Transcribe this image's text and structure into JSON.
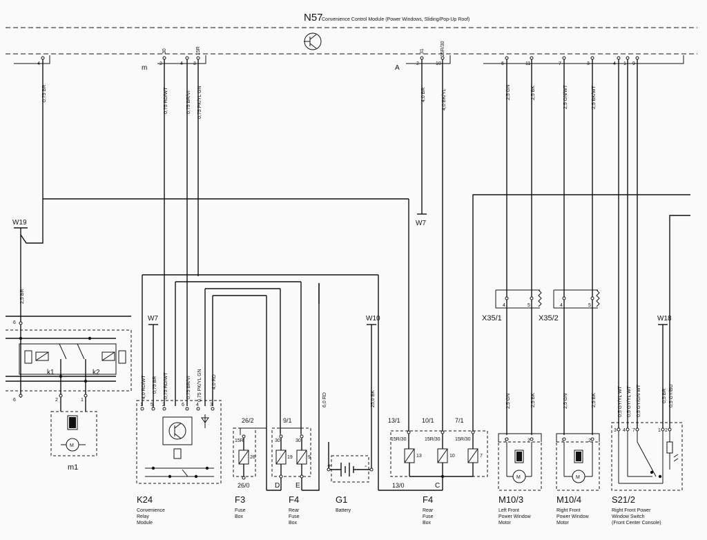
{
  "module": {
    "id": "N57",
    "title": "Convenience Control Module (Power Windows, Sliding/Pop-Up Roof)",
    "conn_m": "m",
    "conn_a": "A"
  },
  "module_pins": {
    "p4": "4",
    "p2": "2",
    "p4b": "4",
    "p3": "3",
    "p2a": "2",
    "p10": "10",
    "p6": "6",
    "p11": "11",
    "p7": "7",
    "p3b": "3",
    "p4c": "4",
    "p1": "1",
    "p9": "9",
    "top30": "30",
    "top15r": "15R",
    "top31": "31",
    "top15r30": "15R/30"
  },
  "upper_wires": {
    "w1": "0,75 BR",
    "w2": "0,75 RD/WT",
    "w3": "0,75 BR/VI",
    "w4": "0,75 PK/YL GN",
    "w5": "4,0 BR",
    "w6": "4,0 BK/YL",
    "w7": "2,5 GN",
    "w8": "2,5 BK",
    "w9": "2,5 GN/WT",
    "w10": "2,5 BK/WT"
  },
  "grounds": {
    "w19": "W19",
    "w7a": "W7",
    "w7b": "W7",
    "w10": "W10",
    "w18": "W18"
  },
  "left_wire": "2,5 BR",
  "lower_wires": {
    "k24_a": "4,0 RD/WT",
    "k24_b": "0,75 BR",
    "k24_c": "0,75 RD/WT",
    "k24_d": "0,75 BR/VI",
    "k24_e": "0,75 PK/YL GN",
    "k24_f": "4,0 RD",
    "g1_a": "6,0 RD",
    "g1_b": "25,0 BK",
    "m103_a": "2,5 GN",
    "m103_b": "2,5 BK",
    "m104_a": "2,5 GN",
    "m104_b": "2,5 BK",
    "s21_a": "0,5 GY/YL WT",
    "s21_b": "0,5 GY/YL WT",
    "s21_c": "0,5 GY/GN WT",
    "s21_d": "0,5 BR",
    "s21_e": "0,5 GY/BU"
  },
  "relay_pins": {
    "k1": "k1",
    "k2": "k2",
    "p6a": "6",
    "p6b": "6",
    "p2": "2",
    "p1": "1"
  },
  "k24_pins": {
    "a": "1",
    "b": "5",
    "c": "2",
    "d": "6",
    "e": "4",
    "f": "3"
  },
  "fuses": {
    "f3_top": "26/2",
    "f3_in": "15R",
    "f3_num": "26",
    "f3_bot": "26/0",
    "f4r_top": "9/1",
    "f4r_in1": "30",
    "f4r_in2": "30",
    "f4r_n1": "19",
    "f4r_n2": "9",
    "f4r_d": "D",
    "f4r_e": "E",
    "f4c_t1": "13/1",
    "f4c_t2": "10/1",
    "f4c_t3": "7/1",
    "f4c_in": "15R/30",
    "f4c_in2": "15R/30",
    "f4c_in3": "15R/30",
    "f4c_n1": "13",
    "f4c_n2": "10",
    "f4c_n3": "7",
    "f4c_bot": "13/0",
    "f4c_c": "C"
  },
  "connectors": {
    "x351": "X35/1",
    "x352": "X35/2",
    "x351_p1": "4",
    "x351_p2": "5",
    "x352_p1": "4",
    "x352_p2": "5"
  },
  "motor_pins": {
    "a1": "1",
    "a2": "2",
    "b1": "1",
    "b2": "2"
  },
  "switch_pins": {
    "p3": "3",
    "p4": "4",
    "p7": "7",
    "p1": "1",
    "p2": "2"
  },
  "battery": {
    "plus": "+",
    "minus": "-"
  },
  "components": {
    "m1": "m1",
    "k24_id": "K24",
    "k24_l1": "Convenience",
    "k24_l2": "Relay",
    "k24_l3": "Module",
    "f3_id": "F3",
    "f3_l1": "Fuse",
    "f3_l2": "Box",
    "f4a_id": "F4",
    "f4a_l1": "Rear",
    "f4a_l2": "Fuse",
    "f4a_l3": "Box",
    "g1_id": "G1",
    "g1_l1": "Battery",
    "f4b_id": "F4",
    "f4b_l1": "Rear",
    "f4b_l2": "Fuse",
    "f4b_l3": "Box",
    "m103_id": "M10/3",
    "m103_l1": "Left Front",
    "m103_l2": "Power Window",
    "m103_l3": "Motor",
    "m104_id": "M10/4",
    "m104_l1": "Right Front",
    "m104_l2": "Power Window",
    "m104_l3": "Motor",
    "s21_id": "S21/2",
    "s21_l1": "Right Front Power",
    "s21_l2": "Window Switch",
    "s21_l3": "(Front Center Console)"
  }
}
